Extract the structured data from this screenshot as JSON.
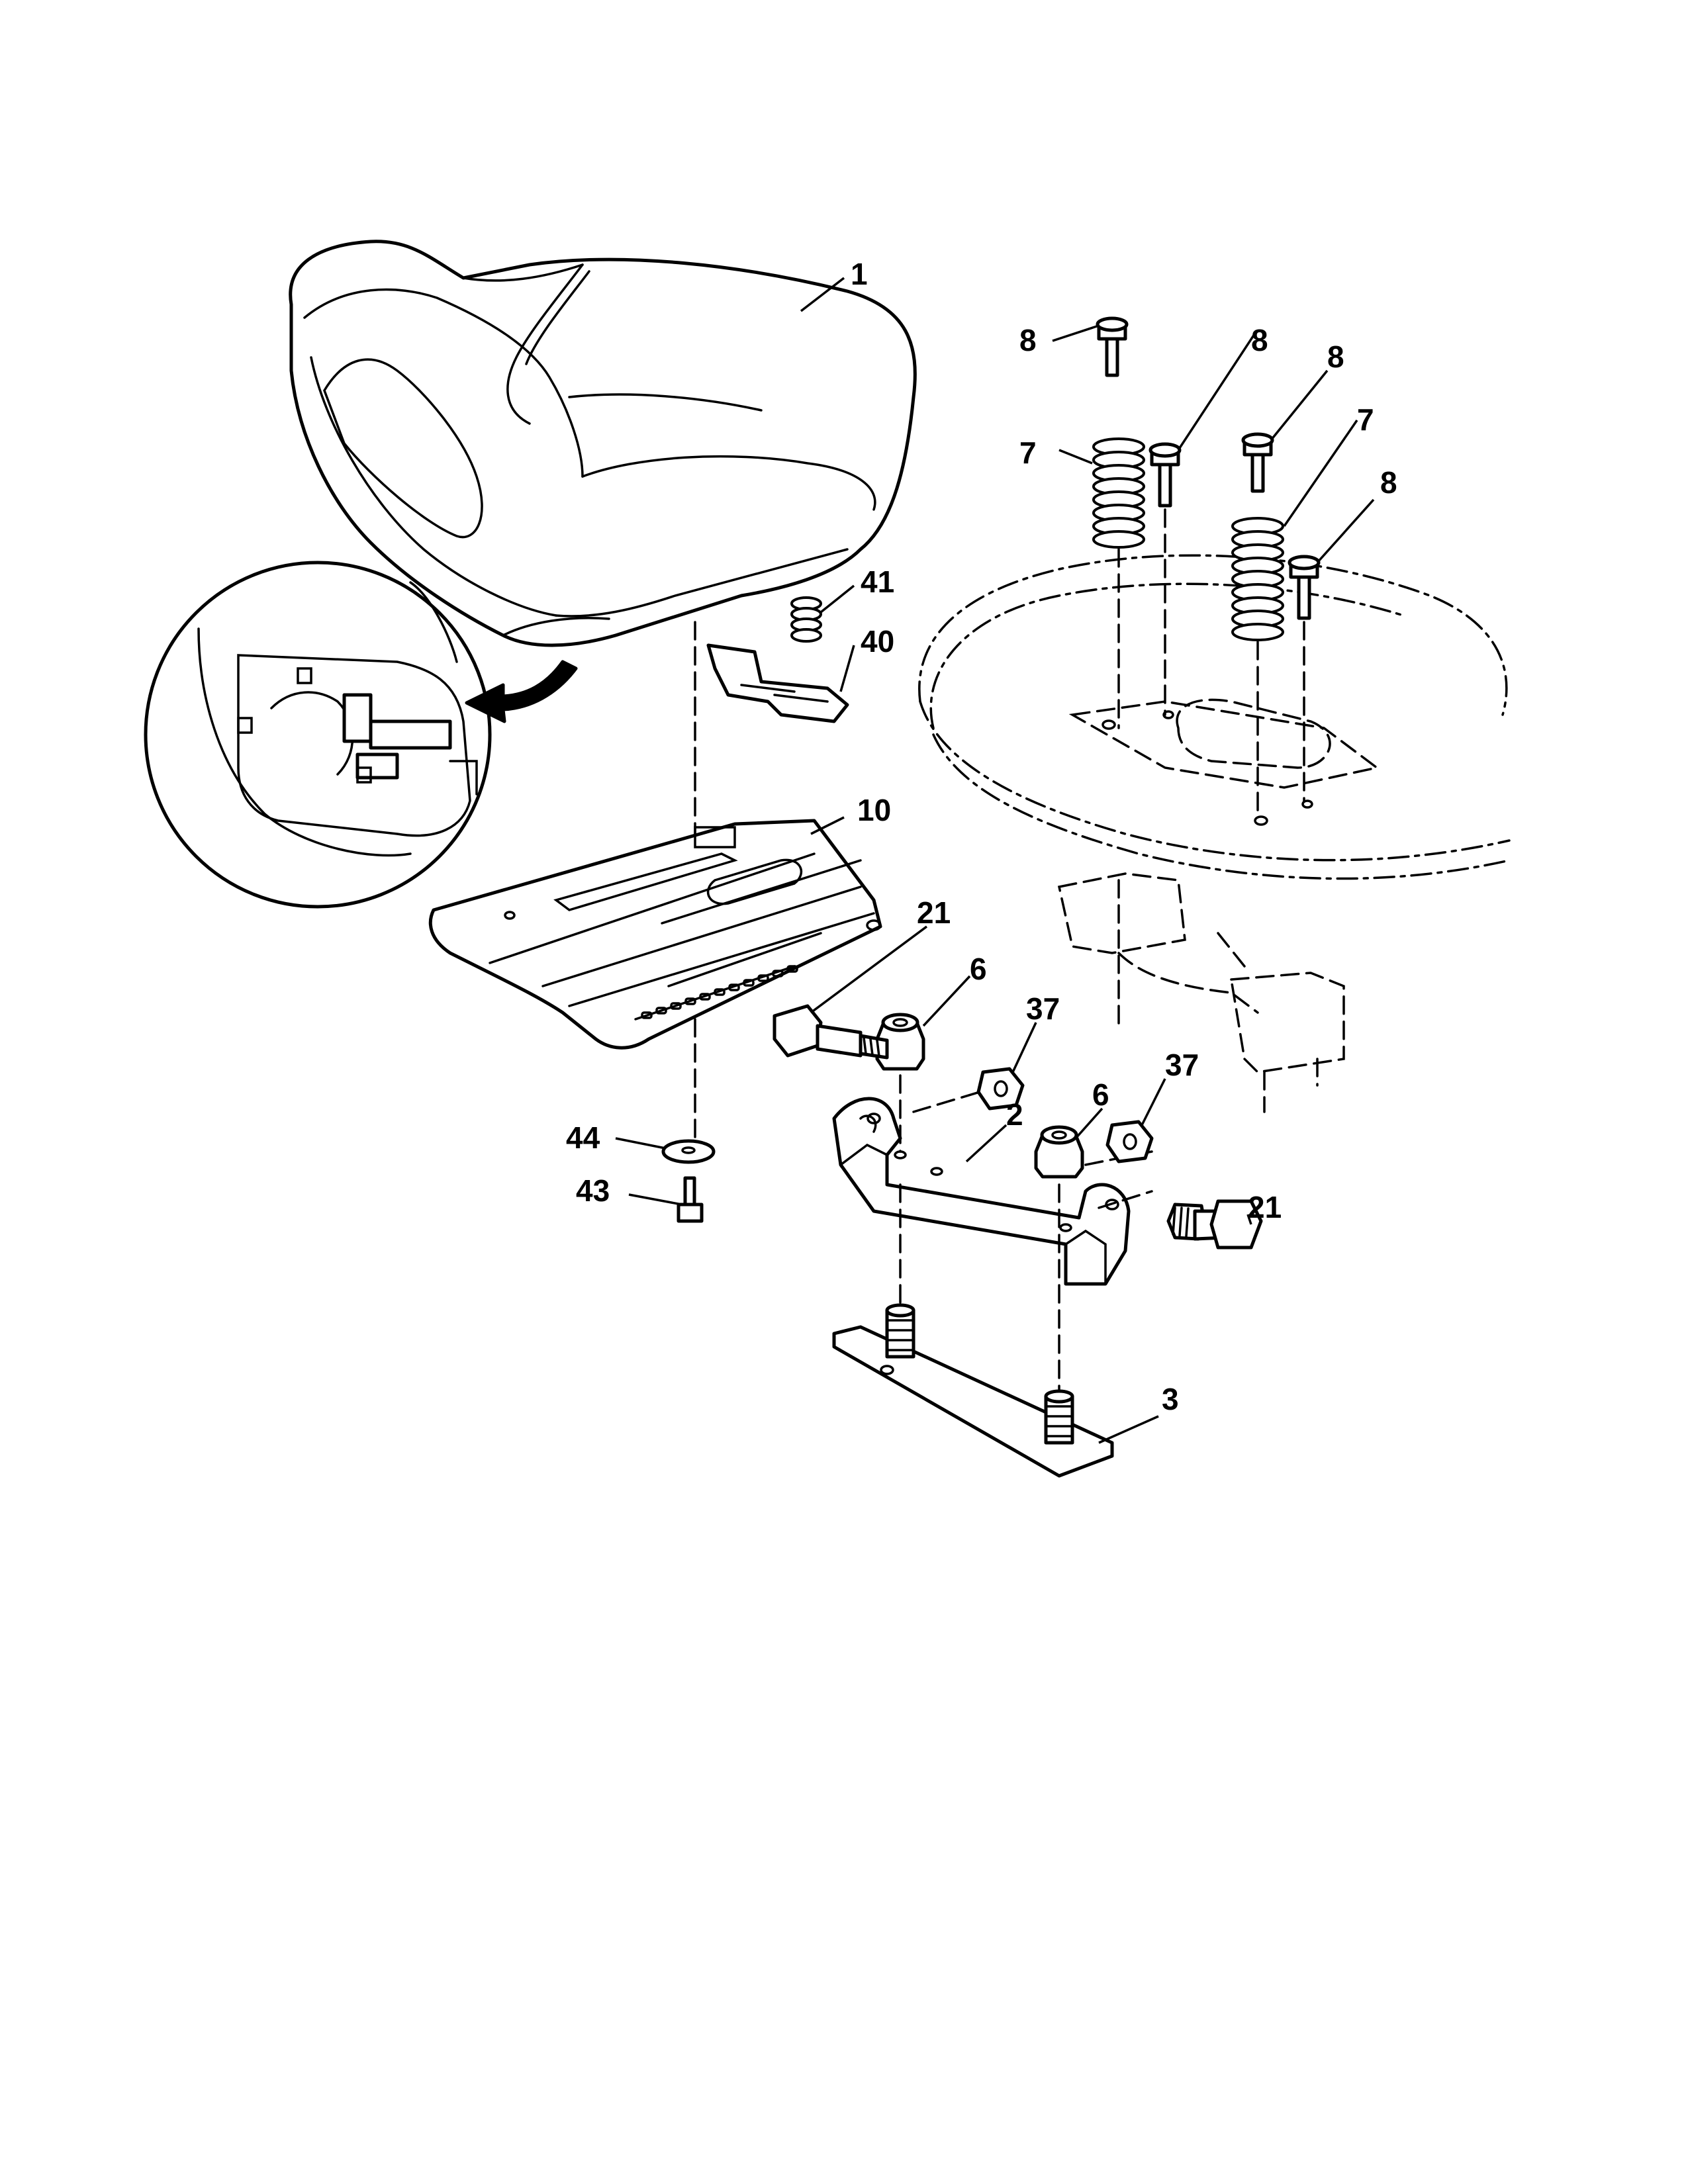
{
  "callouts": {
    "seat": "1",
    "bolt_a": "8",
    "bolt_b": "8",
    "bolt_c": "8",
    "bolt_d": "8",
    "spring_left": "7",
    "spring_right": "7",
    "spring_small": "41",
    "clip": "40",
    "seat_pan": "10",
    "shoulder_bolt_left": "21",
    "shoulder_bolt_right": "21",
    "locknut_left": "6",
    "locknut_right": "6",
    "nut_left": "37",
    "nut_right": "37",
    "bracket": "2",
    "plate": "3",
    "washer": "44",
    "screw": "43"
  },
  "colors": {
    "ink": "#000000",
    "paper": "#ffffff"
  }
}
